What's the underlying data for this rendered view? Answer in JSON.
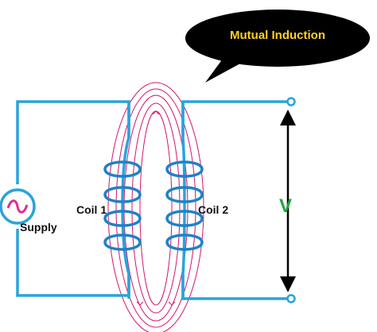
{
  "title": "Mutual Induction",
  "labels": {
    "coil1": "Coil 1",
    "coil2": "Coil 2",
    "supply": "Supply",
    "voltage": "V"
  },
  "colors": {
    "wire": "#2aa3da",
    "coil_turns": "#1e82c6",
    "flux_lines": "#d4156f",
    "supply_wave": "#e0308a",
    "bubble_fill": "#000000",
    "title_text": "#ffd21e",
    "voltage_text": "#1fa83a",
    "arrow": "#000000"
  },
  "coil1_turns": 4,
  "coil2_turns": 4
}
